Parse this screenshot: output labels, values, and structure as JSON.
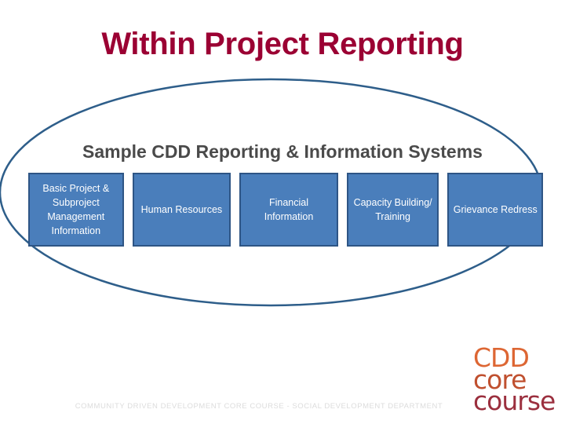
{
  "slide": {
    "title": "Within Project Reporting",
    "title_color": "#9B0033",
    "subtitle": "Sample CDD Reporting & Information Systems",
    "subtitle_color": "#4A4A4A",
    "background_color": "#FFFFFF"
  },
  "ellipse": {
    "stroke_color": "#2E5E8A",
    "fill": "none",
    "stroke_width": 2.5
  },
  "boxes": {
    "fill_color": "#4A7EBB",
    "border_color": "#2E5585",
    "text_color": "#FFFFFF",
    "items": [
      {
        "label": "Basic Project & Subproject Management Information"
      },
      {
        "label": "Human Resources"
      },
      {
        "label": "Financial Information"
      },
      {
        "label": "Capacity Building/ Training"
      },
      {
        "label": "Grievance Redress"
      }
    ]
  },
  "footer": {
    "text": "COMMUNITY DRIVEN DEVELOPMENT CORE COURSE - SOCIAL DEVELOPMENT DEPARTMENT",
    "color": "#DCDCDC"
  },
  "logo": {
    "line1": "CDD",
    "line2": "core",
    "line3": "course",
    "color1": "#DD6633",
    "color2": "#C0502F",
    "color3": "#9B2F3E"
  }
}
